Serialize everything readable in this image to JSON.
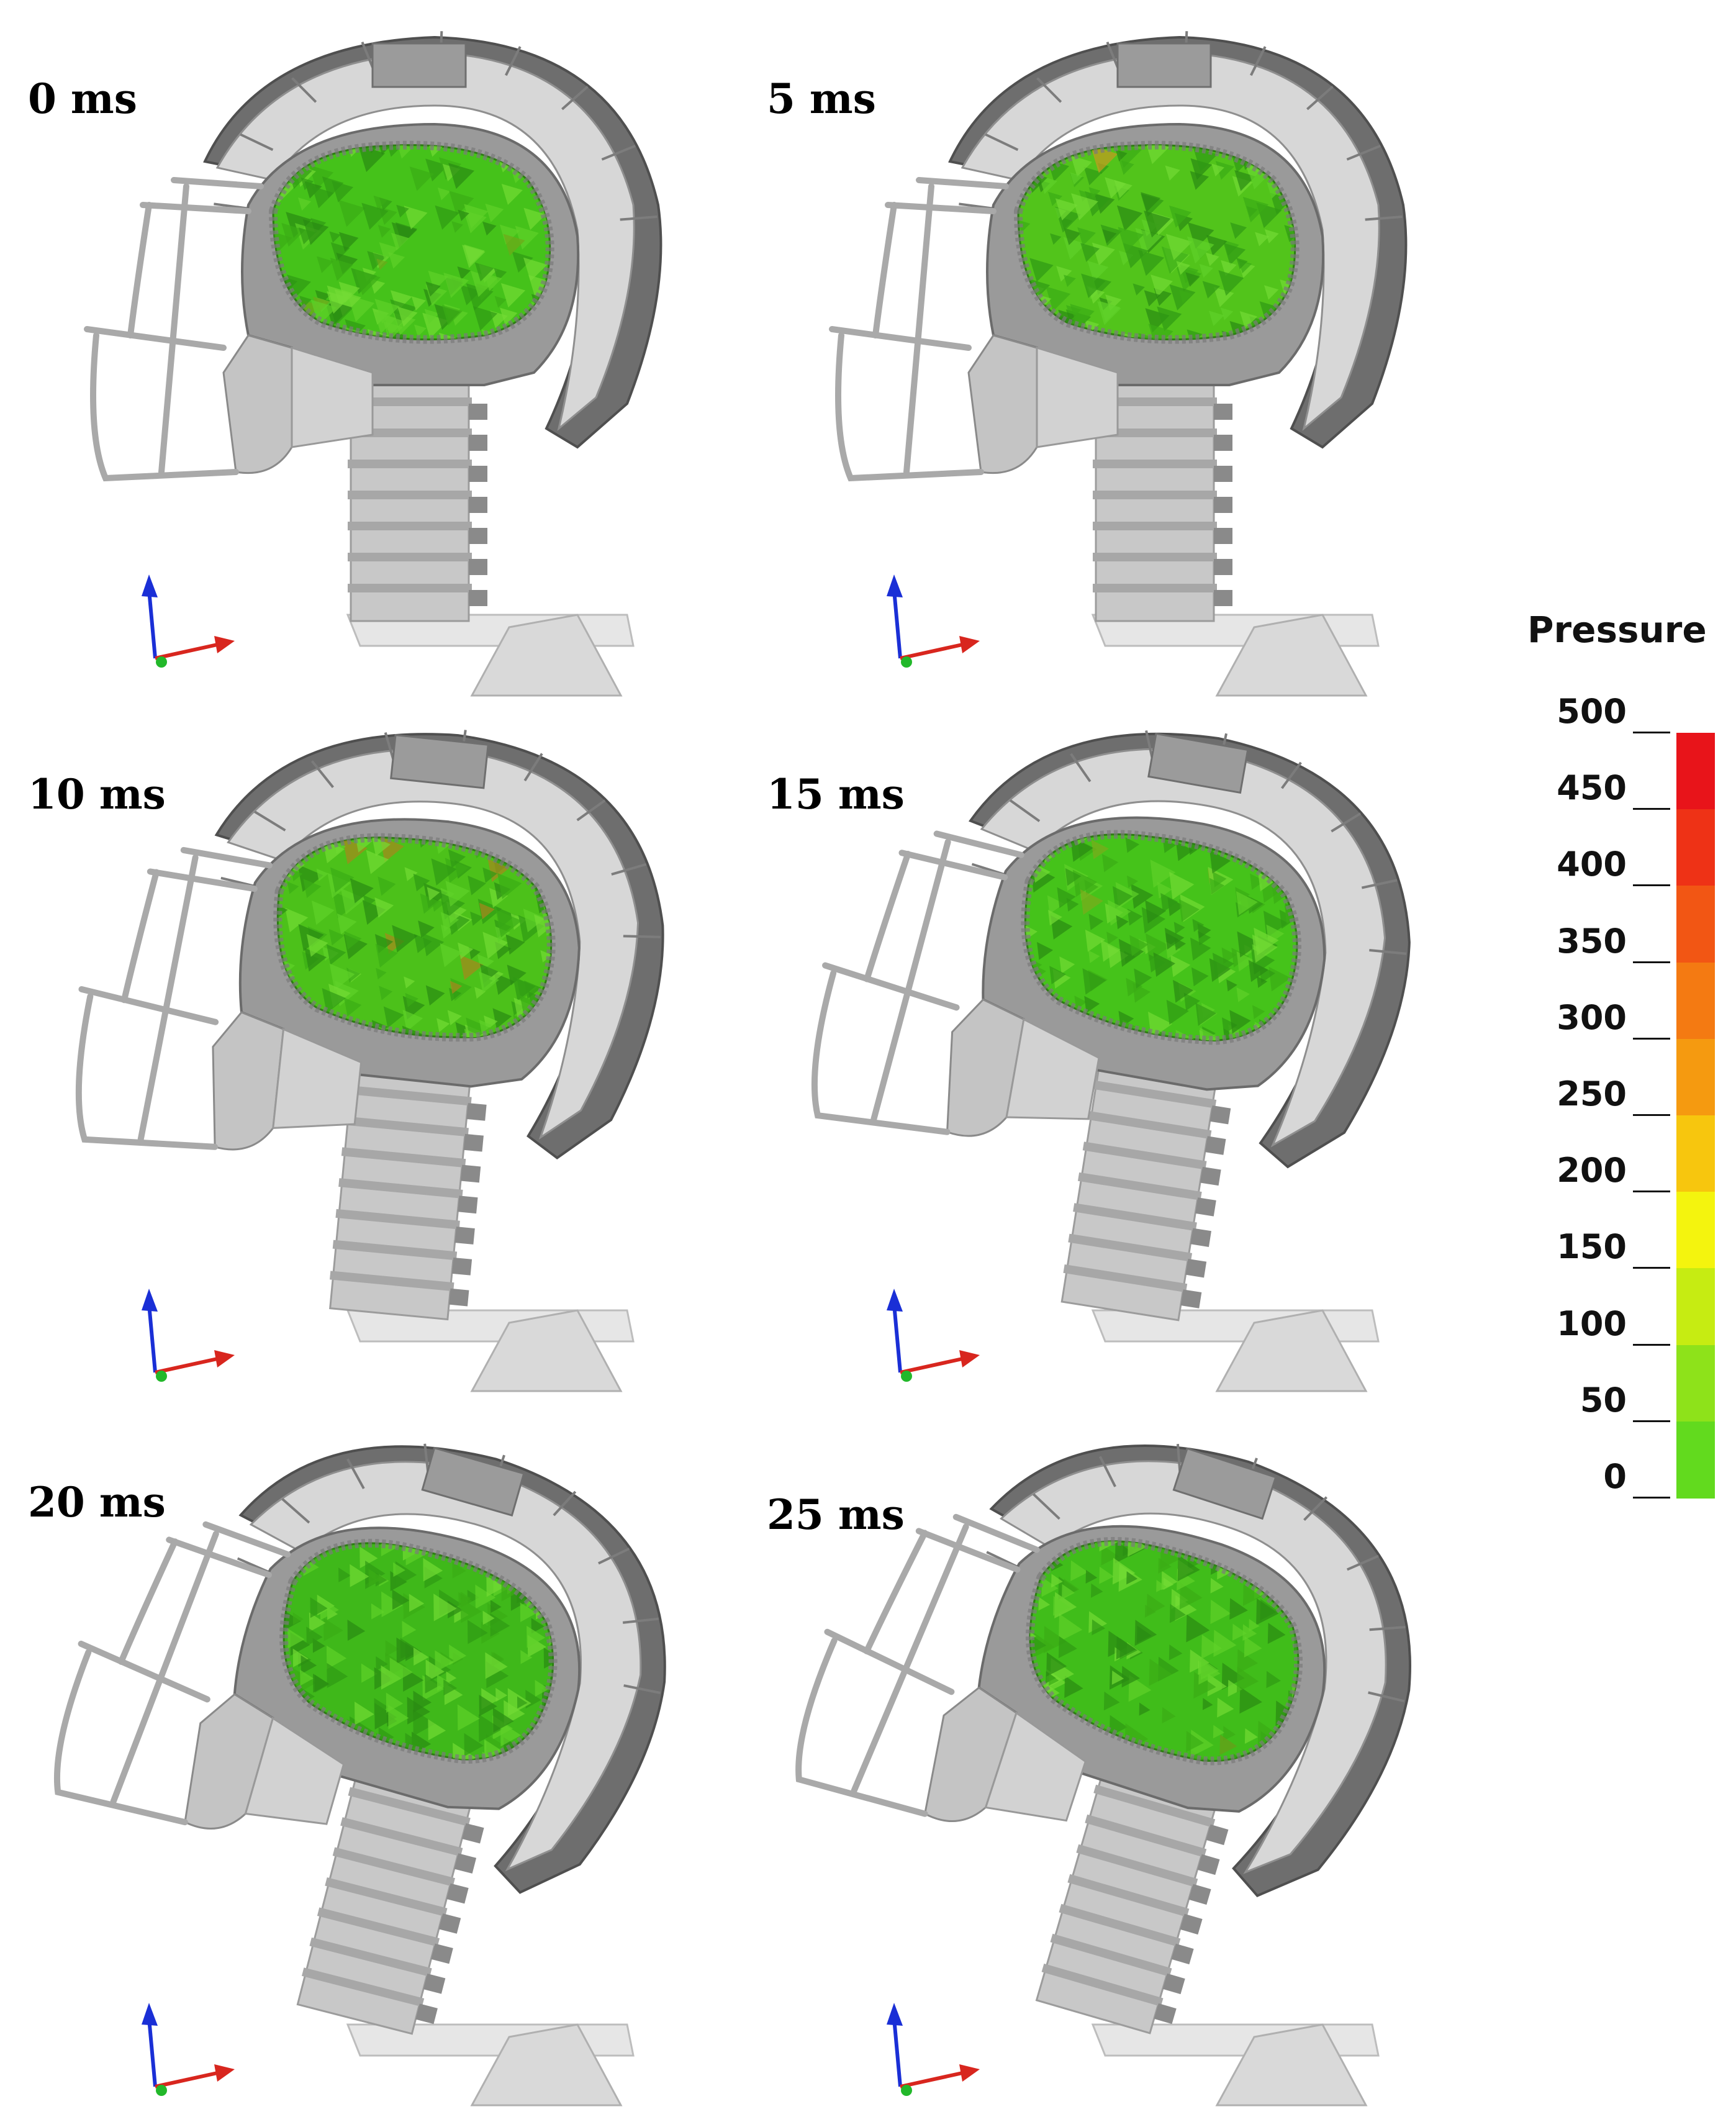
{
  "panels": [
    {
      "label": "0 ms",
      "tint": "#45c21a",
      "warm": "#6fa81a"
    },
    {
      "label": "5 ms",
      "tint": "#52c41b",
      "warm": "#c79a1f"
    },
    {
      "label": "10 ms",
      "tint": "#4cc11a",
      "warm": "#a8861c"
    },
    {
      "label": "15 ms",
      "tint": "#45c31a",
      "warm": "#7cab1c"
    },
    {
      "label": "20 ms",
      "tint": "#3fb81a",
      "warm": "#7a8a1a"
    },
    {
      "label": "25 ms",
      "tint": "#40bd1a",
      "warm": "#6a9c1a"
    }
  ],
  "legend": {
    "title": "Pressure",
    "ticks": [
      "500",
      "450",
      "400",
      "350",
      "300",
      "250",
      "200",
      "150",
      "100",
      "50",
      "0"
    ],
    "colors": [
      "#e8141a",
      "#ee3216",
      "#f25614",
      "#f47a12",
      "#f59a10",
      "#f7c60e",
      "#f4f40e",
      "#c6ec12",
      "#8ee21a",
      "#62da1e",
      "#3fd422"
    ]
  },
  "colors": {
    "helmet_shell": "#d7d7d7",
    "helmet_dark": "#6e6e6e",
    "facemask": "#a9a9a9",
    "skull": "#9a9a9a",
    "neck": "#c8c8c8",
    "axis_z": "#1a2fd6",
    "axis_x": "#d8261e",
    "axis_y": "#22b82a"
  }
}
